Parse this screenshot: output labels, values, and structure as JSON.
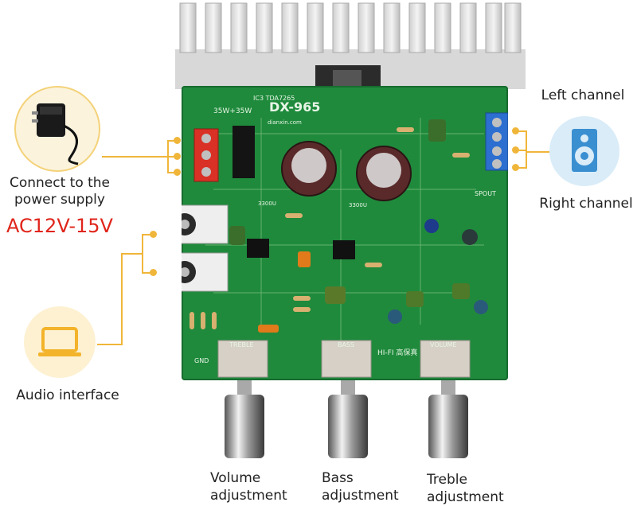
{
  "labels": {
    "left_channel": "Left channel",
    "right_channel": "Right channel",
    "power_line1": "Connect to the",
    "power_line2": "power supply",
    "power_voltage": "AC12V-15V",
    "audio_interface": "Audio interface",
    "volume_line1": "Volume",
    "volume_line2": "adjustment",
    "bass_line1": "Bass",
    "bass_line2": "adjustment",
    "treble_line1": "Treble",
    "treble_line2": "adjustment"
  },
  "board_text": {
    "model": "DX-965",
    "power": "35W+35W",
    "ic": "IC3 TDA7265",
    "site": "dianxin.com",
    "treble": "TREBLE",
    "bass": "BASS",
    "volume": "VOLUME",
    "hifi": "HI-FI 高保真",
    "spout": "SPOUT",
    "gnd": "GND",
    "cap1": "3300U",
    "cap2": "3300U"
  },
  "colors": {
    "pcb": "#1f8a3c",
    "accent_line": "#f0b63a",
    "voltage": "#e0251b",
    "speaker_bg": "#d9ecf8",
    "laptop_bg": "#fdf1d2"
  },
  "icons": [
    "power-adapter-icon",
    "speaker-icon",
    "laptop-icon"
  ]
}
